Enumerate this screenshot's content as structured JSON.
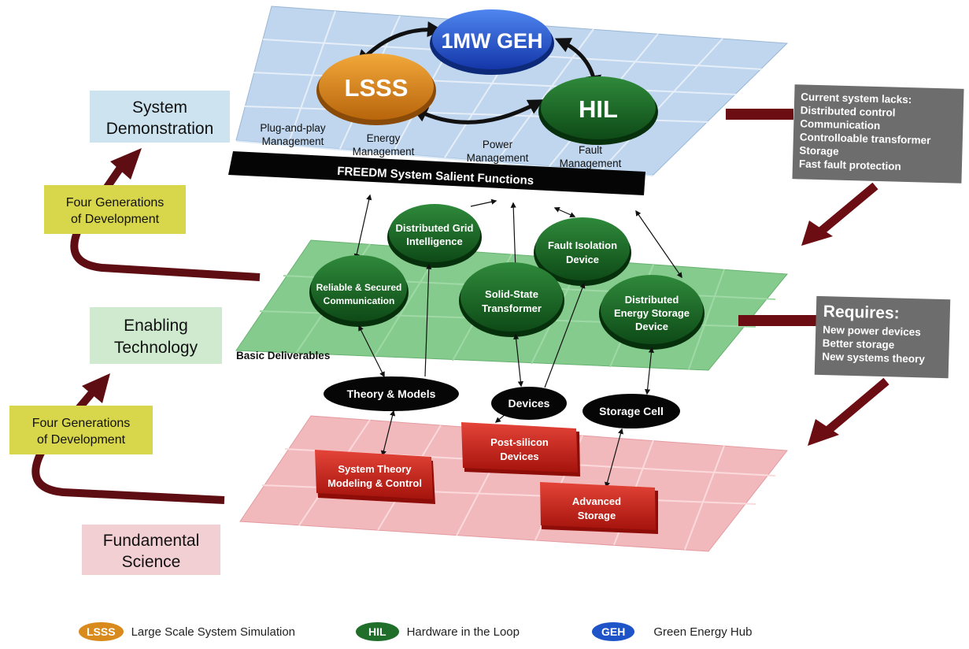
{
  "levels": {
    "system": {
      "label_line1": "System",
      "label_line2": "Demonstration",
      "color": "#cde4f0"
    },
    "enabling": {
      "label_line1": "Enabling",
      "label_line2": "Technology",
      "color": "#cfeacf"
    },
    "fundamental": {
      "label_line1": "Fundamental",
      "label_line2": "Science",
      "color": "#f2cfd3"
    }
  },
  "top_layer": {
    "hubs": {
      "geh": "1MW GEH",
      "lsss": "LSSS",
      "hil": "HIL"
    },
    "functions": [
      {
        "line1": "Plug-and-play",
        "line2": "Management"
      },
      {
        "line1": "Energy",
        "line2": "Management"
      },
      {
        "line1": "Power",
        "line2": "Management"
      },
      {
        "line1": "Fault",
        "line2": "Management"
      }
    ],
    "bar_label": "FREEDM System Salient Functions"
  },
  "middle_layer": {
    "deliverables": [
      {
        "line1": "Distributed Grid",
        "line2": "Intelligence",
        "line3": ""
      },
      {
        "line1": "Fault Isolation",
        "line2": "Device",
        "line3": ""
      },
      {
        "line1": "Reliable & Secured",
        "line2": "Communication",
        "line3": ""
      },
      {
        "line1": "Solid-State",
        "line2": "Transformer",
        "line3": ""
      },
      {
        "line1": "Distributed",
        "line2": "Energy Storage",
        "line3": "Device"
      }
    ],
    "basic_deliverables_label": "Basic Deliverables"
  },
  "foundations": {
    "ovals": [
      "Theory & Models",
      "Devices",
      "Storage Cell"
    ],
    "blocks": [
      {
        "line1": "System Theory",
        "line2": "Modeling & Control"
      },
      {
        "line1": "Post-silicon",
        "line2": "Devices"
      },
      {
        "line1": "Advanced",
        "line2": "Storage"
      }
    ]
  },
  "generations": {
    "upper": {
      "line1": "Four Generations",
      "line2": "of Development"
    },
    "lower": {
      "line1": "Four Generations",
      "line2": "of Development"
    }
  },
  "callouts": {
    "lacks": {
      "title": "Current system lacks:",
      "items": [
        "Distributed control",
        "Communication",
        "Controlloable transformer",
        "Storage",
        "Fast fault protection"
      ]
    },
    "requires": {
      "title": "Requires:",
      "items": [
        "New power devices",
        "Better storage",
        "New systems theory"
      ]
    }
  },
  "legend": [
    {
      "abbr": "LSSS",
      "text": "Large Scale System Simulation",
      "color": "#d98a1c"
    },
    {
      "abbr": "HIL",
      "text": "Hardware in the Loop",
      "color": "#1f6e2a"
    },
    {
      "abbr": "GEH",
      "text": "Green Energy Hub",
      "color": "#1f54c9"
    }
  ]
}
